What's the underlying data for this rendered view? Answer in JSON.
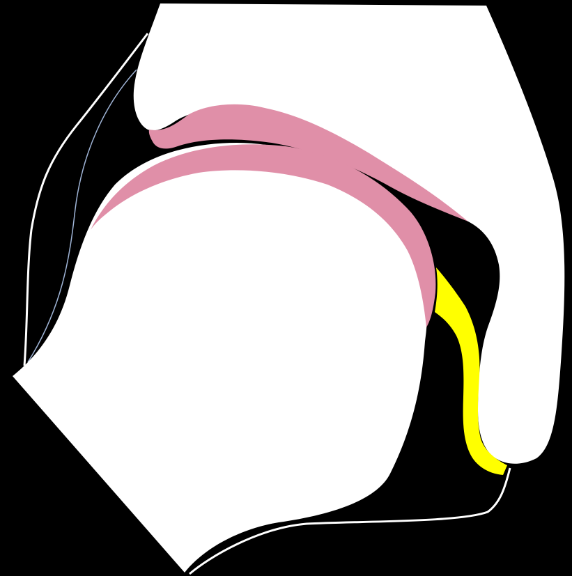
{
  "diagram": {
    "background_color": "#000000",
    "bone_color": "#ffffff",
    "cartilage_color": "#e08fa8",
    "ligament_color": "#ffff00",
    "capsule_outline_color": "#ffffff",
    "capsule_edge_tint": "#9fb4d6",
    "structures": [
      "acetabulum-bone",
      "femoral-head-bone",
      "acetabular-cartilage",
      "femoral-head-cartilage",
      "ligamentum-teres",
      "joint-capsule"
    ]
  }
}
